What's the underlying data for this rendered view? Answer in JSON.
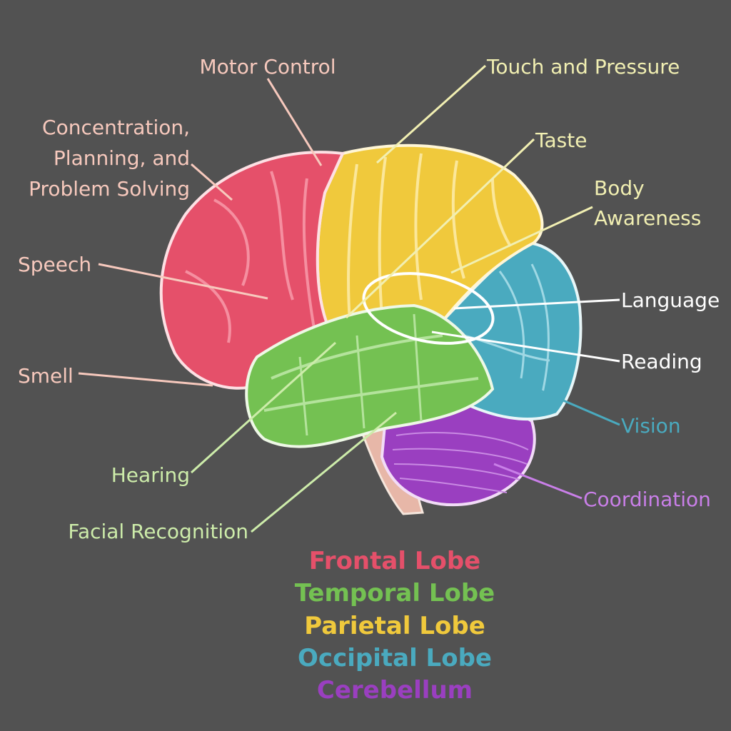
{
  "colors": {
    "background": "#525252",
    "frontal": "#e5506a",
    "temporal": "#74c152",
    "parietal": "#f0c93c",
    "occipital": "#4aaabf",
    "cerebellum": "#9a3fc0",
    "brainstem": "#e7b7a8",
    "label_frontal": "#f7c9bd",
    "label_parietal": "#f1efb2",
    "label_temporal": "#cdecaa",
    "label_occipital": "#4aaabf",
    "label_cerebellum": "#c97fe8",
    "label_white": "#ffffff"
  },
  "labels": {
    "motor_control": "Motor Control",
    "concentration_1": "Concentration,",
    "concentration_2": "Planning, and",
    "concentration_3": "Problem Solving",
    "speech": "Speech",
    "smell": "Smell",
    "hearing": "Hearing",
    "facial_recognition": "Facial Recognition",
    "touch_pressure": "Touch and Pressure",
    "taste": "Taste",
    "body_awareness_1": "Body",
    "body_awareness_2": "Awareness",
    "language": "Language",
    "reading": "Reading",
    "vision": "Vision",
    "coordination": "Coordination"
  },
  "legend": {
    "frontal": "Frontal Lobe",
    "temporal": "Temporal Lobe",
    "parietal": "Parietal Lobe",
    "occipital": "Occipital Lobe",
    "cerebellum": "Cerebellum"
  }
}
